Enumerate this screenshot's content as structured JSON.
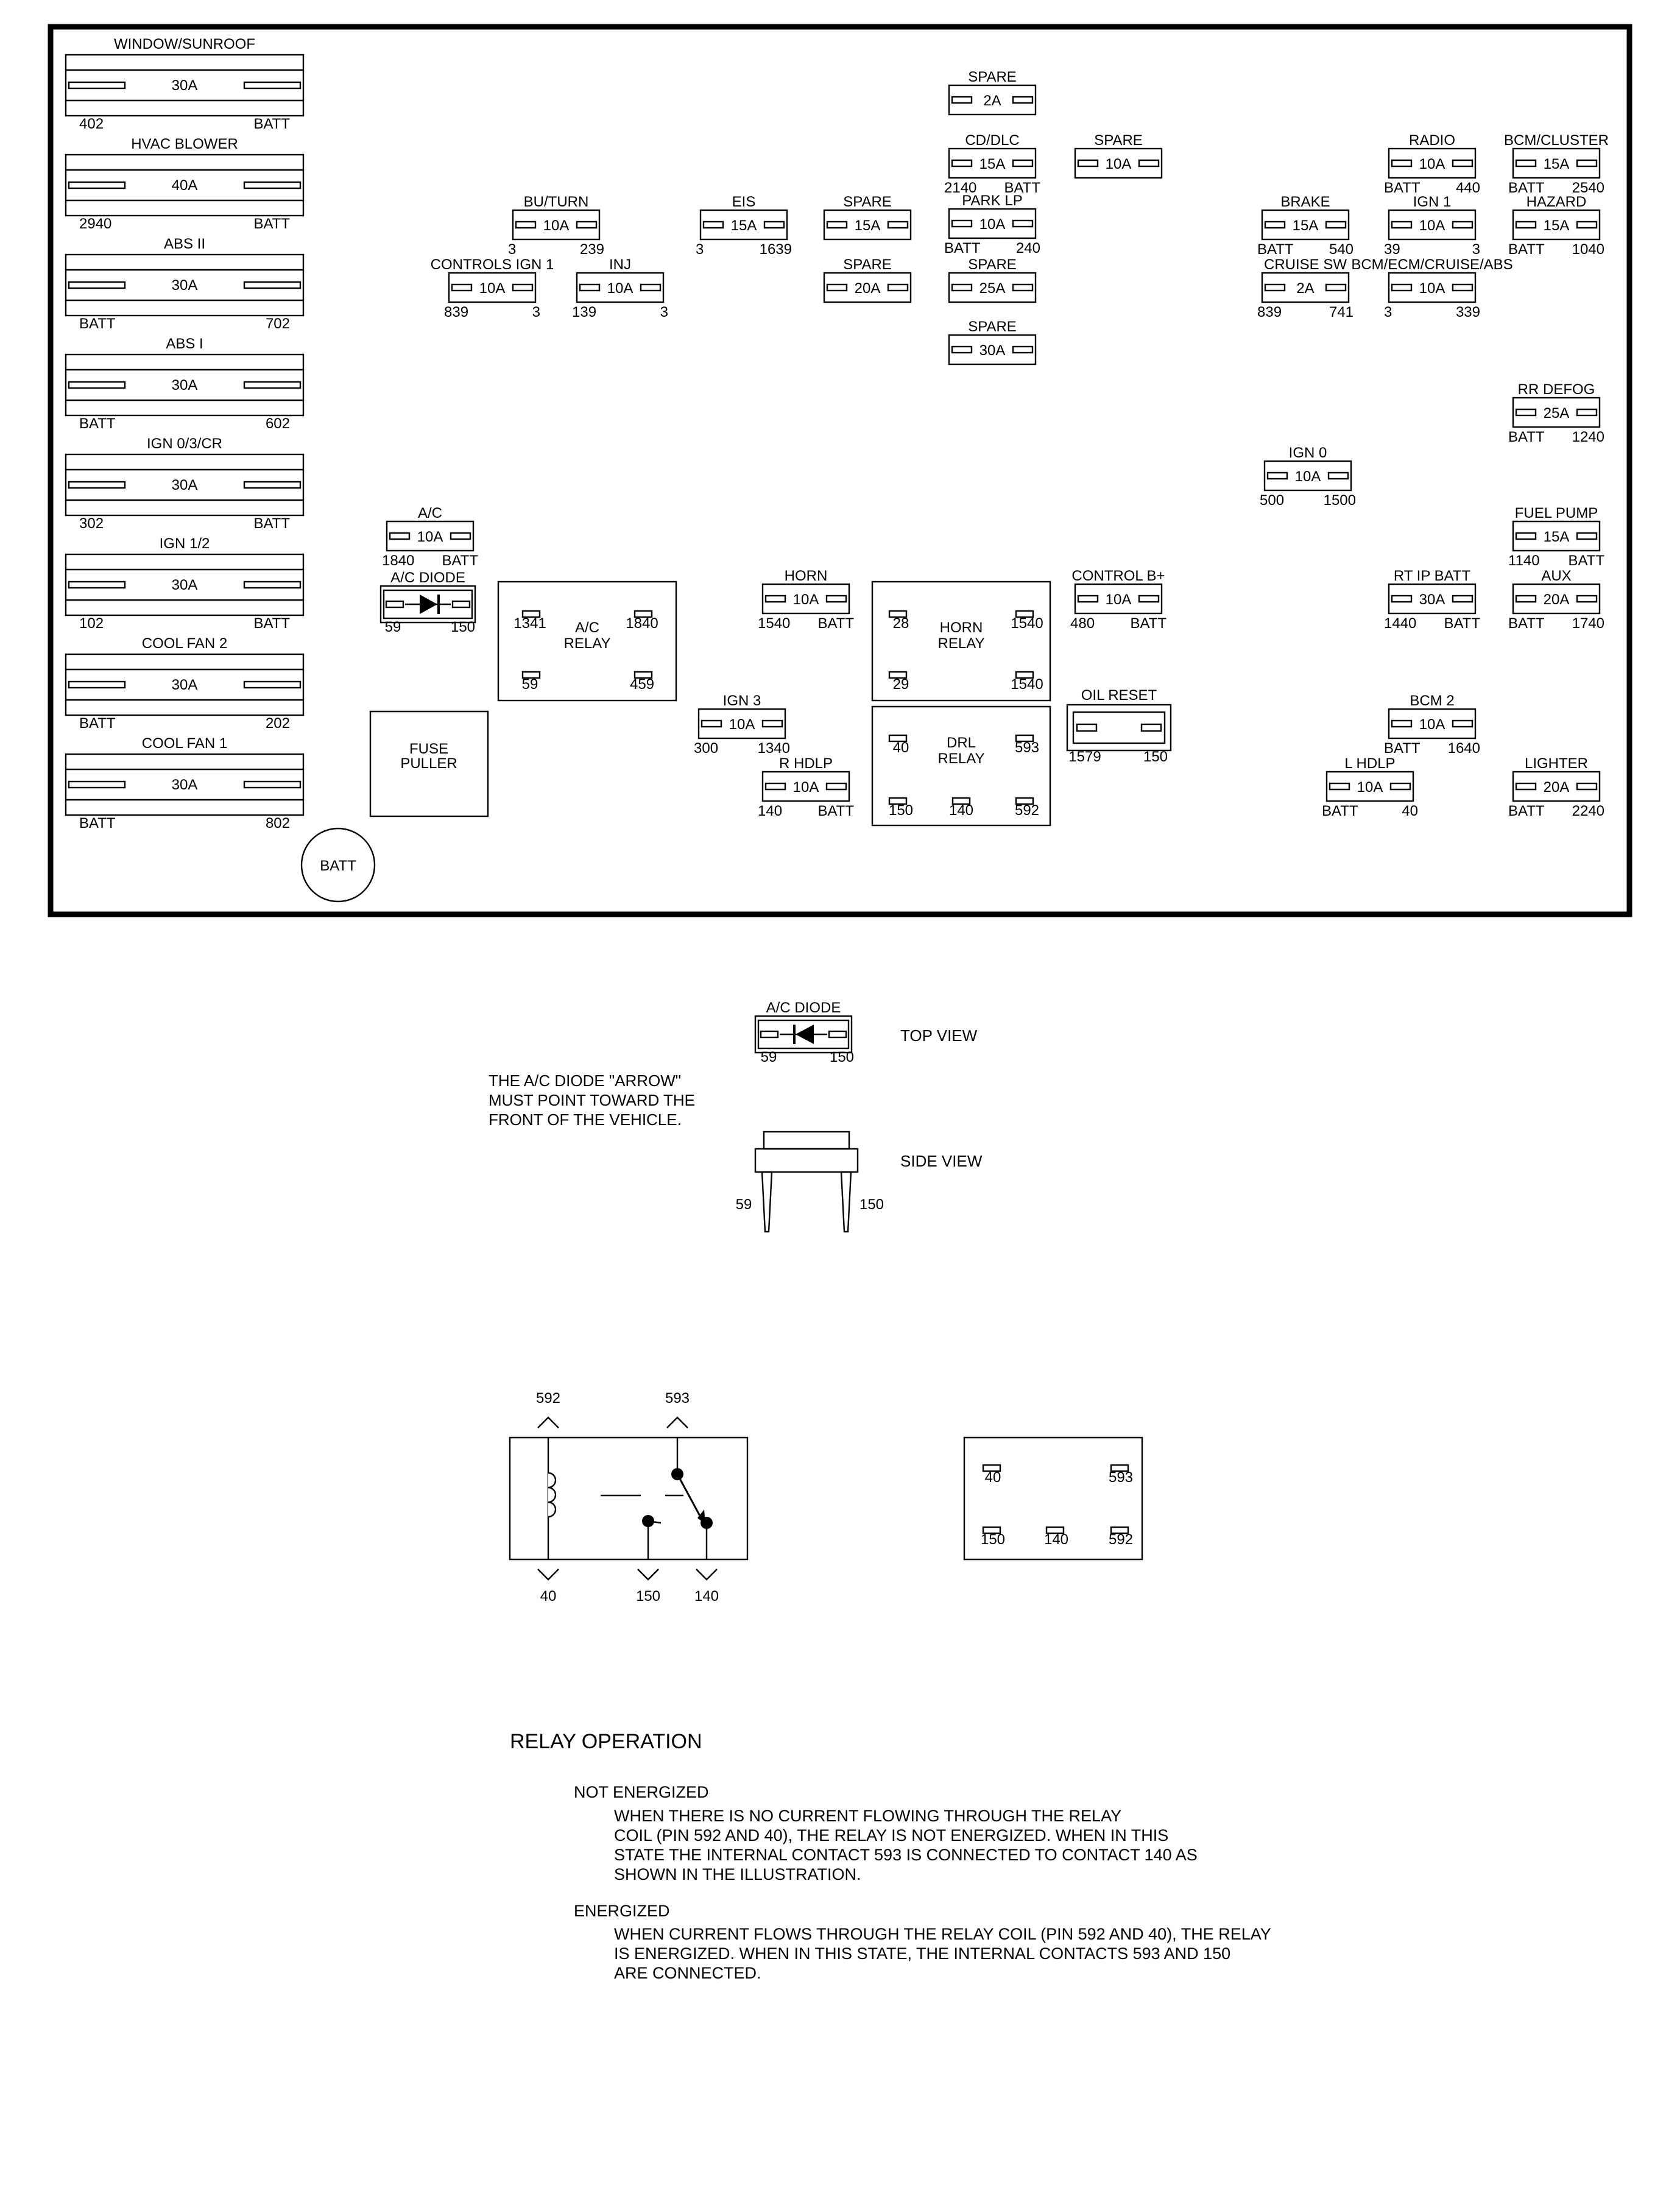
{
  "maxi_fuses": [
    {
      "name": "WINDOW/SUNROOF",
      "rating": "30A",
      "left": "402",
      "right": "BATT"
    },
    {
      "name": "HVAC BLOWER",
      "rating": "40A",
      "left": "2940",
      "right": "BATT"
    },
    {
      "name": "ABS II",
      "rating": "30A",
      "left": "BATT",
      "right": "702"
    },
    {
      "name": "ABS I",
      "rating": "30A",
      "left": "BATT",
      "right": "602"
    },
    {
      "name": "IGN 0/3/CR",
      "rating": "30A",
      "left": "302",
      "right": "BATT"
    },
    {
      "name": "IGN 1/2",
      "rating": "30A",
      "left": "102",
      "right": "BATT"
    },
    {
      "name": "COOL FAN 2",
      "rating": "30A",
      "left": "BATT",
      "right": "202"
    },
    {
      "name": "COOL FAN 1",
      "rating": "30A",
      "left": "BATT",
      "right": "802"
    }
  ],
  "mini_fuses": [
    {
      "name": "SPARE",
      "rating": "2A",
      "left": "",
      "right": ""
    },
    {
      "name": "CD/DLC",
      "rating": "15A",
      "left": "2140",
      "right": "BATT"
    },
    {
      "name": "SPARE",
      "rating": "10A",
      "left": "",
      "right": ""
    },
    {
      "name": "PARK LP",
      "rating": "10A",
      "left": "BATT",
      "right": "240"
    },
    {
      "name": "SPARE",
      "rating": "25A",
      "left": "",
      "right": ""
    },
    {
      "name": "SPARE",
      "rating": "30A",
      "left": "",
      "right": ""
    },
    {
      "name": "BU/TURN",
      "rating": "10A",
      "left": "3",
      "right": "239"
    },
    {
      "name": "EIS",
      "rating": "15A",
      "left": "3",
      "right": "1639"
    },
    {
      "name": "SPARE",
      "rating": "15A",
      "left": "",
      "right": ""
    },
    {
      "name": "SPARE",
      "rating": "20A",
      "left": "",
      "right": ""
    },
    {
      "name": "CONTROLS IGN 1",
      "rating": "10A",
      "left": "839",
      "right": "3"
    },
    {
      "name": "INJ",
      "rating": "10A",
      "left": "139",
      "right": "3"
    },
    {
      "name": "RADIO",
      "rating": "10A",
      "left": "BATT",
      "right": "440"
    },
    {
      "name": "BCM/CLUSTER",
      "rating": "15A",
      "left": "BATT",
      "right": "2540"
    },
    {
      "name": "BRAKE",
      "rating": "15A",
      "left": "BATT",
      "right": "540"
    },
    {
      "name": "IGN 1",
      "rating": "10A",
      "left": "39",
      "right": "3"
    },
    {
      "name": "HAZARD",
      "rating": "15A",
      "left": "BATT",
      "right": "1040"
    },
    {
      "name": "CRUISE SW",
      "rating": "2A",
      "left": "839",
      "right": "741"
    },
    {
      "name": "BCM/ECM/CRUISE/ABS",
      "rating": "10A",
      "left": "3",
      "right": "339"
    },
    {
      "name": "RR DEFOG",
      "rating": "25A",
      "left": "BATT",
      "right": "1240"
    },
    {
      "name": "IGN 0",
      "rating": "10A",
      "left": "500",
      "right": "1500"
    },
    {
      "name": "FUEL PUMP",
      "rating": "15A",
      "left": "1140",
      "right": "BATT"
    },
    {
      "name": "A/C",
      "rating": "10A",
      "left": "1840",
      "right": "BATT"
    },
    {
      "name": "HORN",
      "rating": "10A",
      "left": "1540",
      "right": "BATT"
    },
    {
      "name": "CONTROL B+",
      "rating": "10A",
      "left": "480",
      "right": "BATT"
    },
    {
      "name": "RT IP BATT",
      "rating": "30A",
      "left": "1440",
      "right": "BATT"
    },
    {
      "name": "AUX",
      "rating": "20A",
      "left": "BATT",
      "right": "1740"
    },
    {
      "name": "IGN 3",
      "rating": "10A",
      "left": "300",
      "right": "1340"
    },
    {
      "name": "R HDLP",
      "rating": "10A",
      "left": "140",
      "right": "BATT"
    },
    {
      "name": "BCM 2",
      "rating": "10A",
      "left": "BATT",
      "right": "1640"
    },
    {
      "name": "L HDLP",
      "rating": "10A",
      "left": "BATT",
      "right": "40"
    },
    {
      "name": "LIGHTER",
      "rating": "20A",
      "left": "BATT",
      "right": "2240"
    }
  ],
  "relays": [
    {
      "name_lines": [
        "A/C",
        "RELAY"
      ],
      "pins": [
        "1341",
        "1840",
        "59",
        "459"
      ]
    },
    {
      "name_lines": [
        "HORN",
        "RELAY"
      ],
      "pins": [
        "28",
        "1540",
        "29",
        "1540"
      ]
    },
    {
      "name_lines": [
        "DRL",
        "RELAY"
      ],
      "pins": [
        "40",
        "593",
        "150",
        "140",
        "592"
      ]
    }
  ],
  "ac_diode": {
    "name": "A/C DIODE",
    "left": "59",
    "right": "150"
  },
  "oil_reset": {
    "name": "OIL RESET",
    "left": "1579",
    "right": "150"
  },
  "fuse_puller": [
    "FUSE",
    "PULLER"
  ],
  "batt": "BATT",
  "diode_views": {
    "top_name": "A/C DIODE",
    "top_left": "59",
    "top_right": "150",
    "top_view": "TOP VIEW",
    "side_view": "SIDE VIEW",
    "side_left": "59",
    "side_right": "150",
    "note": [
      "THE A/C DIODE \"ARROW\"",
      "MUST POINT TOWARD THE",
      "FRONT OF THE VEHICLE."
    ]
  },
  "schematic": {
    "top_pins": [
      "592",
      "593"
    ],
    "bottom_pins": [
      "40",
      "150",
      "140"
    ],
    "pinout": [
      "40",
      "593",
      "150",
      "140",
      "592"
    ]
  },
  "relay_operation": {
    "title": "RELAY OPERATION",
    "not_energized": {
      "heading": "NOT ENERGIZED",
      "lines": [
        "WHEN THERE IS NO CURRENT FLOWING THROUGH THE RELAY",
        "COIL (PIN 592 AND 40), THE RELAY IS NOT ENERGIZED.  WHEN IN THIS",
        "STATE THE INTERNAL CONTACT 593 IS CONNECTED TO CONTACT 140 AS",
        "SHOWN IN THE ILLUSTRATION."
      ]
    },
    "energized": {
      "heading": "ENERGIZED",
      "lines": [
        "WHEN CURRENT FLOWS THROUGH THE RELAY COIL (PIN 592 AND 40), THE RELAY",
        "IS ENERGIZED.  WHEN IN THIS STATE, THE INTERNAL CONTACTS 593 AND 150",
        "ARE CONNECTED."
      ]
    }
  }
}
